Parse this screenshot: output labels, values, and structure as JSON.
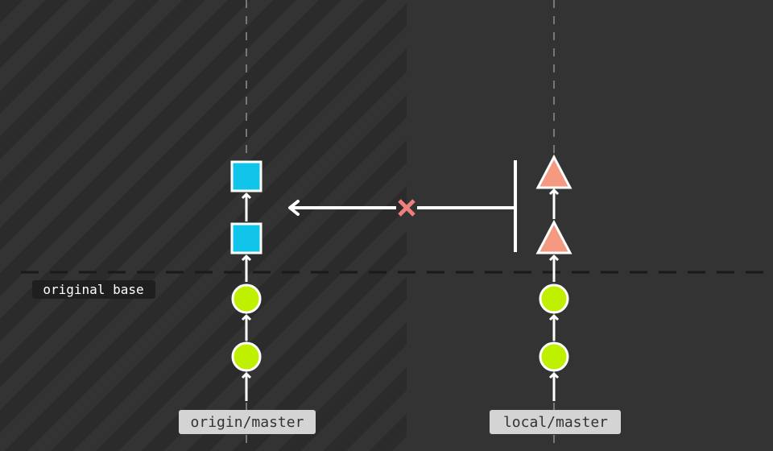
{
  "labels": {
    "original_base": "original base",
    "left_branch": "origin/master",
    "right_branch": "local/master"
  },
  "colors": {
    "background": "#333333",
    "stripe": "#2b2b2b",
    "commit_circle": "#bef000",
    "commit_square": "#11c4ea",
    "commit_triangle": "#f59a80",
    "blocked_mark": "#ef7f7f",
    "line": "#ffffff",
    "label_dark_bg": "#1f1f1f",
    "label_light_bg": "#d4d4d4"
  },
  "icons": {
    "blocked": "x-mark-icon",
    "push_arrow": "arrow-left-icon"
  }
}
